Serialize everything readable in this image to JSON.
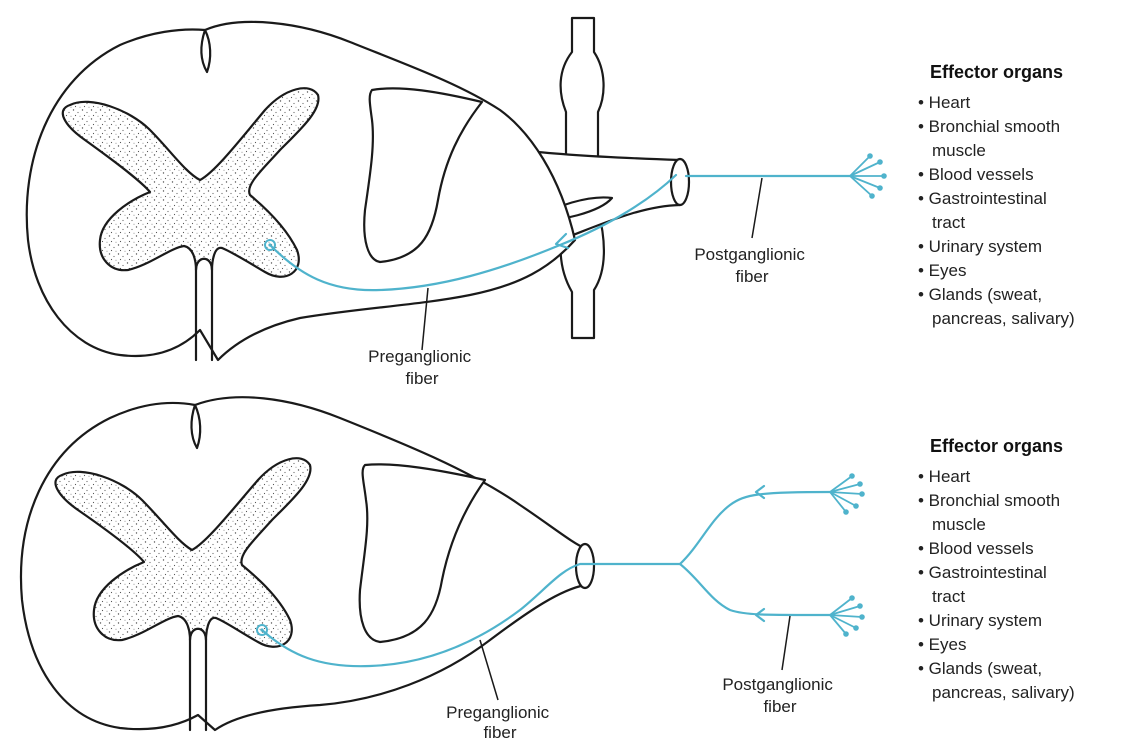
{
  "colors": {
    "fiber": "#4fb3cc",
    "outline": "#1a1a1a",
    "text": "#222222"
  },
  "panels": [
    {
      "preganglionic_label": [
        "Preganglionic",
        "fiber"
      ],
      "postganglionic_label": [
        "Postganglionic",
        "fiber"
      ],
      "effector_title": "Effector organs",
      "effector_items": [
        "• Heart",
        "• Bronchial smooth",
        "muscle",
        "• Blood vessels",
        "• Gastrointestinal",
        "tract",
        "• Urinary system",
        "• Eyes",
        "• Glands (sweat,",
        "pancreas, salivary)"
      ]
    },
    {
      "preganglionic_label": [
        "Preganglionic",
        "fiber"
      ],
      "postganglionic_label": [
        "Postganglionic",
        "fiber"
      ],
      "effector_title": "Effector organs",
      "effector_items": [
        "• Heart",
        "• Bronchial smooth",
        "muscle",
        "• Blood vessels",
        "• Gastrointestinal",
        "tract",
        "• Urinary system",
        "• Eyes",
        "• Glands (sweat,",
        "pancreas, salivary)"
      ]
    }
  ]
}
